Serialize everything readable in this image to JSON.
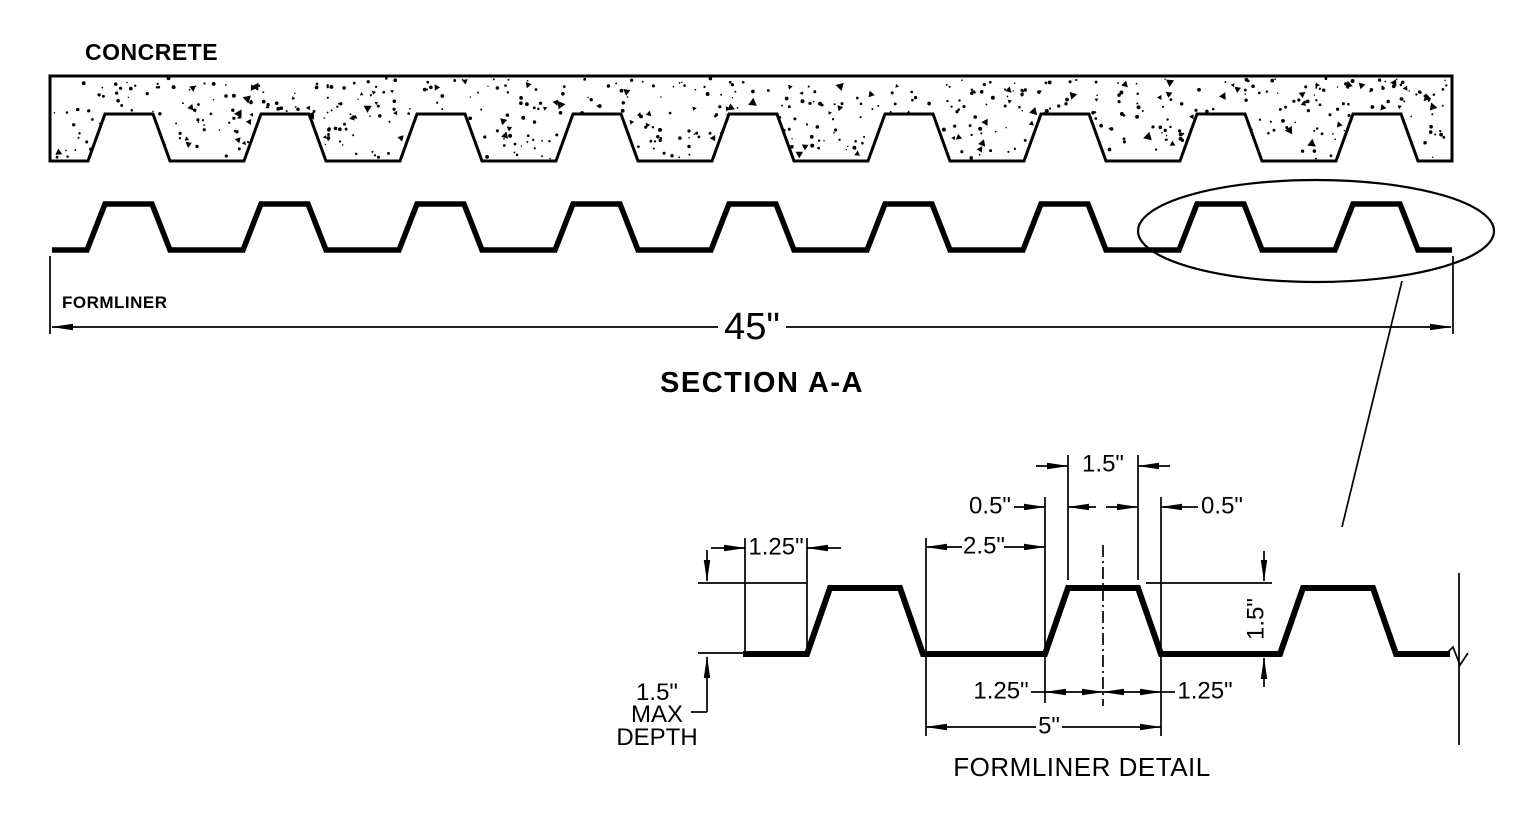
{
  "colors": {
    "background": "#ffffff",
    "line": "#000000"
  },
  "section_view": {
    "concrete_label": "CONCRETE",
    "formliner_label": "FORMLINER",
    "overall_width_dim": "45\"",
    "title": "SECTION A-A"
  },
  "detail_view": {
    "title": "FORMLINER DETAIL",
    "dim_top_flat_left": "1.25\"",
    "dim_max_depth_value": "1.5\"",
    "dim_max_depth_word1": "MAX",
    "dim_max_depth_word2": "DEPTH",
    "dim_valley_width": "2.5\"",
    "dim_slope_left": "0.5\"",
    "dim_rib_top_width": "1.5\"",
    "dim_slope_right": "0.5\"",
    "dim_rib_height": "1.5\"",
    "dim_center_to_slope_left": "1.25\"",
    "dim_center_to_slope_right": "1.25\"",
    "dim_pitch": "5\""
  }
}
